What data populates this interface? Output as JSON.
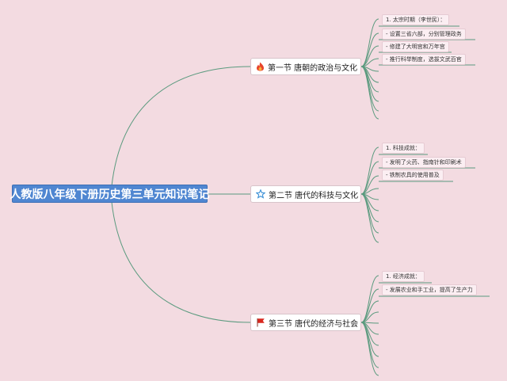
{
  "root": {
    "title": "人教版八年级下册历史第三单元知识笔记"
  },
  "branches": [
    {
      "title": "第一节 唐朝的政治与文化",
      "icon": "fire-icon",
      "items": [
        "1. 太宗时期（李世民）：",
        "- 设置三省六部，分别管理政务",
        "- 修建了大明宫和万年宫",
        "- 推行科举制度，选拔文武百官"
      ]
    },
    {
      "title": "第二节 唐代的科技与文化",
      "icon": "star-icon",
      "items": [
        "1. 科技成就：",
        "- 发明了火药、指南针和印刷术",
        "- 铁制农具的使用普及"
      ]
    },
    {
      "title": "第三节 唐代的经济与社会",
      "icon": "flag-icon",
      "items": [
        "1. 经济成就：",
        "- 发展农业和手工业，提高了生产力"
      ]
    }
  ],
  "colors": {
    "background": "#f3dbe1",
    "root": "#4f86d1",
    "line": "#5a9a7e",
    "fire": "#e8452c",
    "star": "#3a8fd6",
    "flag": "#d9281f"
  }
}
